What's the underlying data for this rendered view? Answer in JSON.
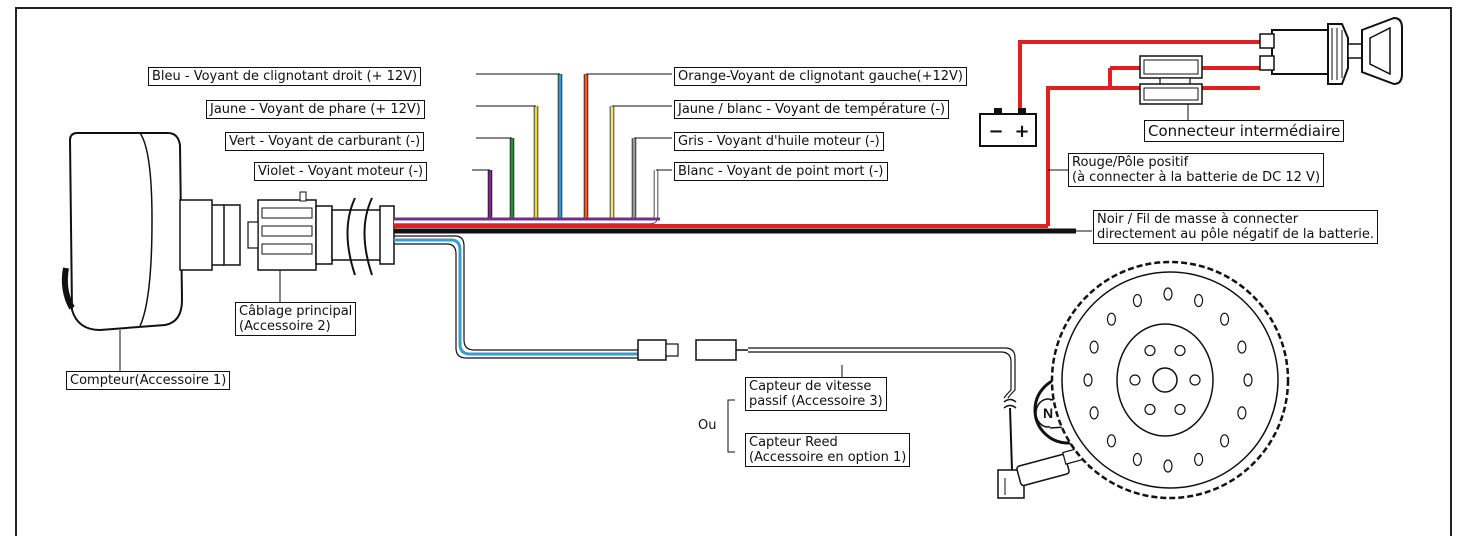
{
  "labels": {
    "blue": "Bleu - Voyant de clignotant droit (+ 12V)",
    "yellow": "Jaune - Voyant de phare (+ 12V)",
    "green": "Vert - Voyant de carburant (-)",
    "violet": "Violet - Voyant moteur (-)",
    "orange": "Orange-Voyant de clignotant gauche(+12V)",
    "yellow_white": "Jaune / blanc - Voyant de température (-)",
    "grey": "Gris - Voyant d'huile moteur (-)",
    "white": "Blanc - Voyant de point mort (-)",
    "connector": "Connecteur intermédiaire",
    "red_line1": "Rouge/Pôle positif",
    "red_line2": "(à connecter à la batterie de DC 12 V)",
    "black_line1": "Noir / Fil de masse à connecter",
    "black_line2": "directement au pôle négatif de la batterie.",
    "harness_line1": "Câblage principal",
    "harness_line2": "(Accessoire 2)",
    "meter": "Compteur(Accessoire 1)",
    "speed_line1": "Capteur de vitesse",
    "speed_line2": "passif (Accessoire 3)",
    "or": "Ou",
    "reed_line1": "Capteur Reed",
    "reed_line2": "(Accessoire en option 1)",
    "battery_minus": "−",
    "battery_plus": "+",
    "magnet_letter": "N"
  },
  "wire_colors": {
    "violet": "#7b2a8c",
    "green": "#2e8b3a",
    "yellow": "#e8d94a",
    "blue": "#3a9bd0",
    "orange": "#ef5a24",
    "yellow_white": "#f1e27a",
    "grey": "#9a9a9a",
    "white": "#ffffff",
    "red": "#e02020",
    "black": "#111111"
  }
}
